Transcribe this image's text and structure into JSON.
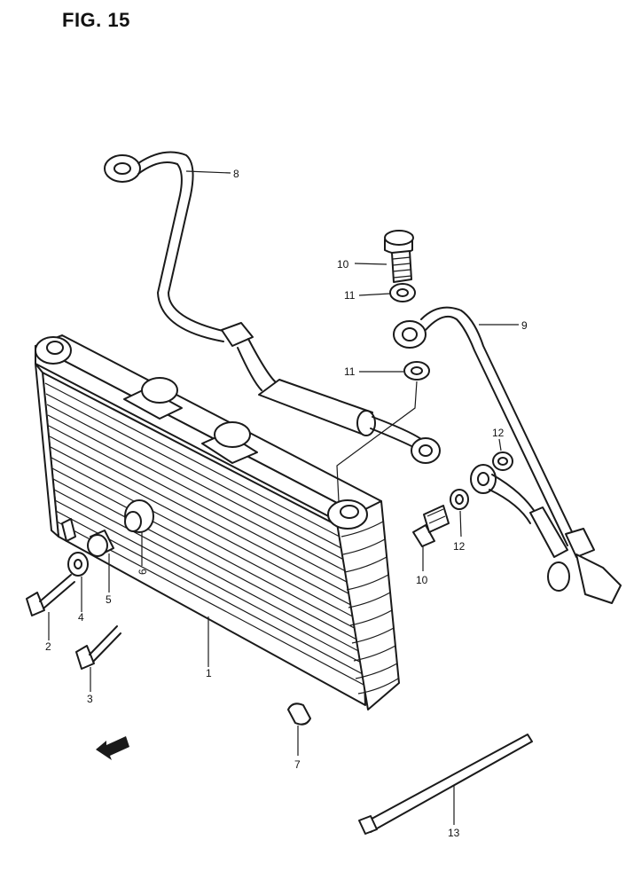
{
  "figure": {
    "title": "FIG. 15"
  },
  "callouts": [
    {
      "id": "c1",
      "text": "1"
    },
    {
      "id": "c2",
      "text": "2"
    },
    {
      "id": "c3",
      "text": "3"
    },
    {
      "id": "c4",
      "text": "4"
    },
    {
      "id": "c5",
      "text": "5"
    },
    {
      "id": "c6",
      "text": "6"
    },
    {
      "id": "c7",
      "text": "7"
    },
    {
      "id": "c8",
      "text": "8"
    },
    {
      "id": "c9",
      "text": "9"
    },
    {
      "id": "c10a",
      "text": "10"
    },
    {
      "id": "c10b",
      "text": "10"
    },
    {
      "id": "c11a",
      "text": "11"
    },
    {
      "id": "c11b",
      "text": "11"
    },
    {
      "id": "c12a",
      "text": "12"
    },
    {
      "id": "c12b",
      "text": "12"
    },
    {
      "id": "c13",
      "text": "13"
    }
  ]
}
